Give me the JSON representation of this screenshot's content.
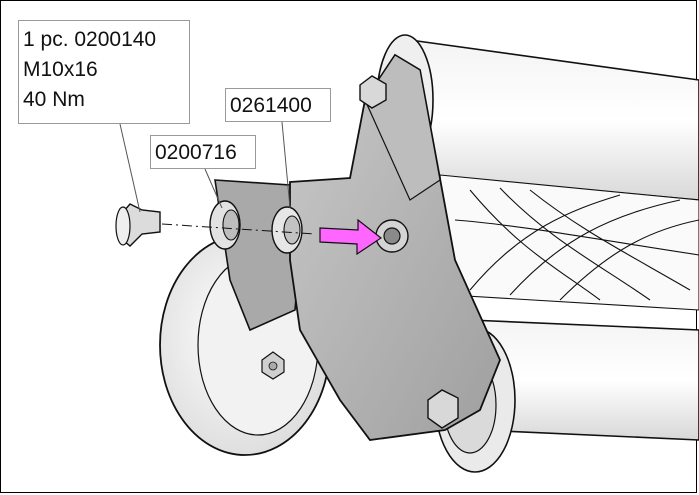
{
  "callouts": {
    "kit": {
      "qty_part": "1 pc. 0200140",
      "size": "M10x16",
      "torque": "40 Nm"
    },
    "washer": {
      "part": "0200716"
    },
    "plate": {
      "part": "0261400"
    }
  },
  "colors": {
    "arrow": "#ff66ff",
    "metal": "#b9b9b9",
    "roller": "#e6e6e6",
    "outline": "#111111"
  }
}
